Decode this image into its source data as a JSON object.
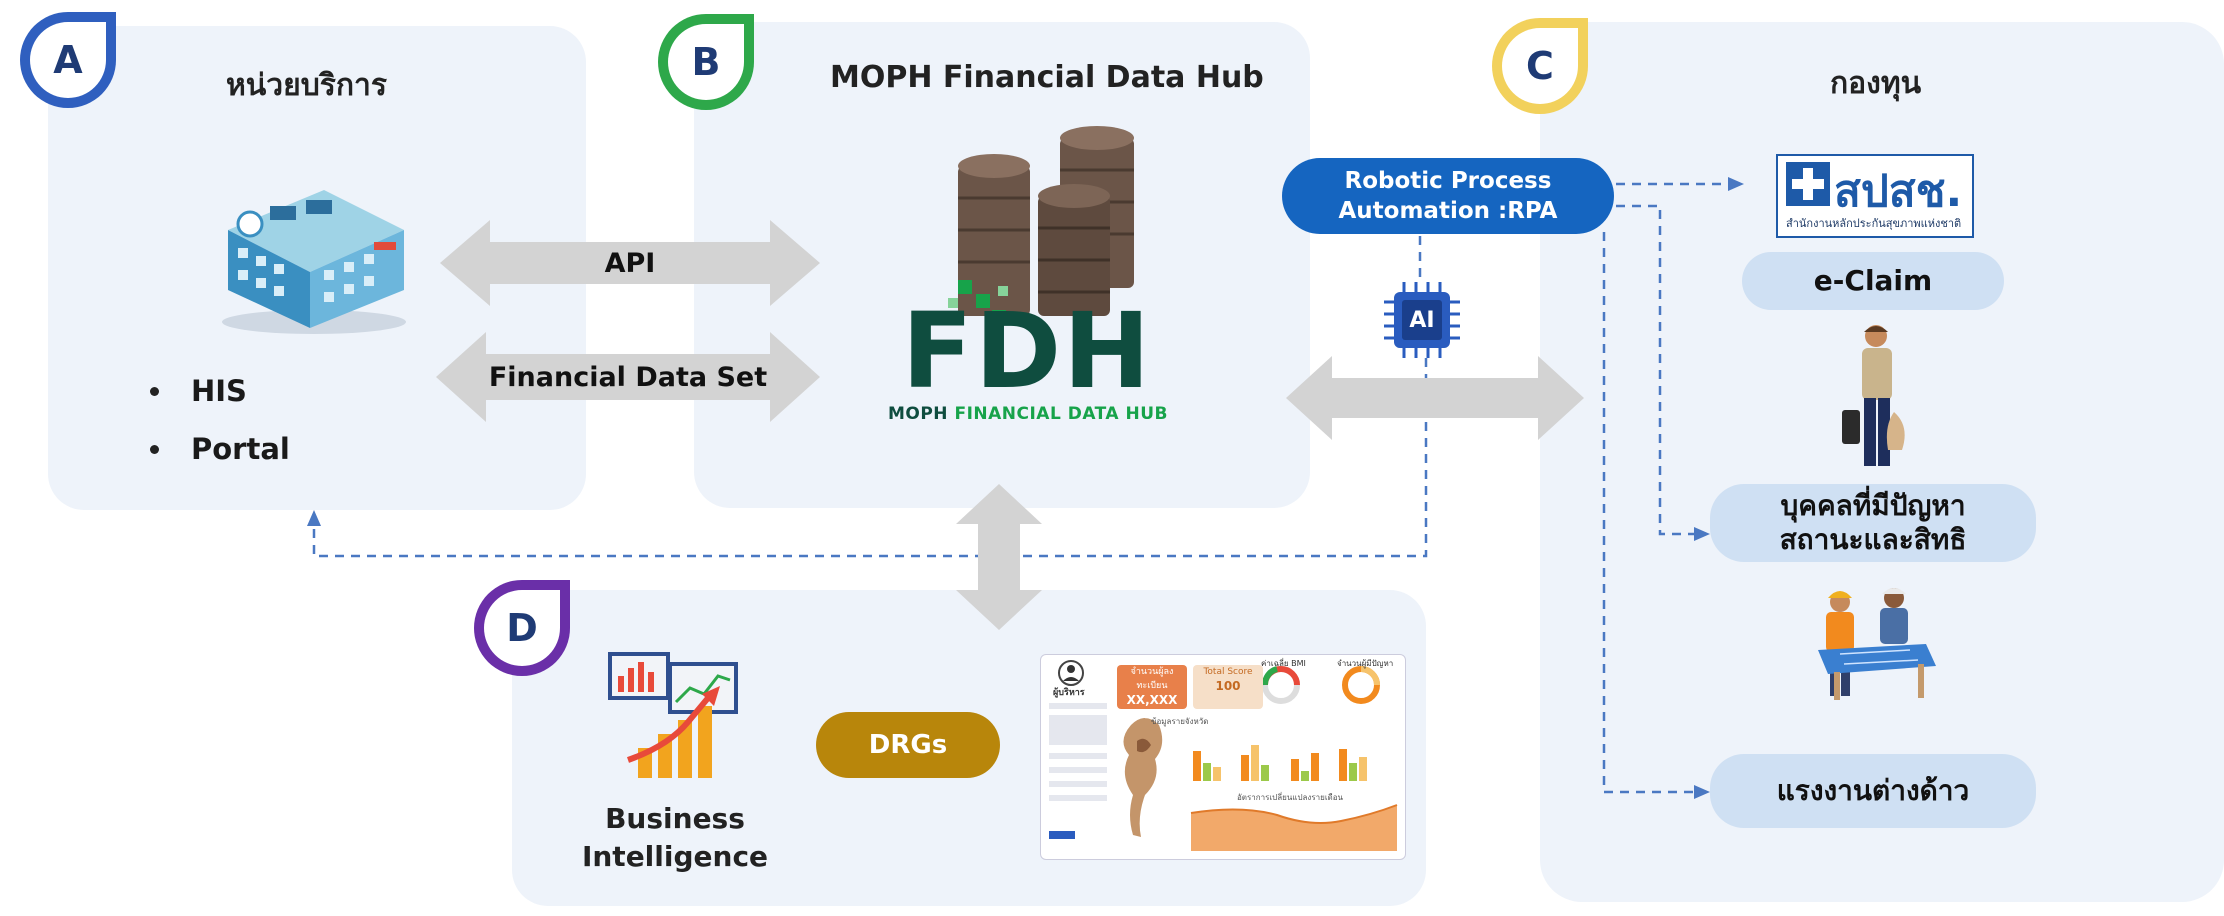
{
  "colors": {
    "panel_bg": "#eef3fa",
    "badge_a": "#2f5fbf",
    "badge_b": "#2ea84a",
    "badge_c": "#f2d15c",
    "badge_d": "#6a2fa8",
    "arrow": "#d3d3d3",
    "rpa": "#1565c0",
    "drgs": "#b8860b",
    "pill": "#cfe0f3",
    "dashed_line": "#4a78c2",
    "fdh_dark": "#0f4d3f",
    "fdh_green": "#17a34a"
  },
  "panel_a": {
    "badge": "A",
    "title": "หน่วยบริการ",
    "bullets": [
      "HIS",
      "Portal"
    ],
    "icon": "hospital-building-icon"
  },
  "panel_b": {
    "badge": "B",
    "title": "MOPH Financial Data Hub",
    "logo_text": "FDH",
    "logo_sub_a": "MOPH",
    "logo_sub_b": "FINANCIAL DATA HUB",
    "icon": "server-stack-icon"
  },
  "panel_c": {
    "badge": "C",
    "title": "กองทุน",
    "nhso_logo": "สปสช.",
    "nhso_sub": "สำนักงานหลักประกันสุขภาพแห่งชาติ",
    "eclaim": "e-Claim",
    "status_problem_line1": "บุคคลที่มีปัญหา",
    "status_problem_line2": "สถานะและสิทธิ",
    "foreign_labor": "แรงงานต่างด้าว"
  },
  "panel_d": {
    "badge": "D",
    "bi_line1": "Business",
    "bi_line2": "Intelligence",
    "drgs": "DRGs",
    "dashboard": {
      "user": "ผู้บริหาร",
      "kpi1_label": "จำนวนผู้ลงทะเบียน",
      "kpi1_value": "XX,XXX ราย",
      "kpi2_label": "Total Score",
      "kpi2_value": "100",
      "gauge1": "ค่าเฉลี่ย BMI",
      "gauge2": "จำนวนผู้มีปัญหา",
      "map_title": "ข้อมูลรายจังหวัด",
      "area_title": "อัตราการเปลี่ยนแปลงรายเดือน"
    }
  },
  "arrows": {
    "api": "API",
    "financial_data_set": "Financial Data Set"
  },
  "rpa": {
    "line1": "Robotic Process",
    "line2": "Automation :RPA"
  },
  "ai_chip": "AI"
}
